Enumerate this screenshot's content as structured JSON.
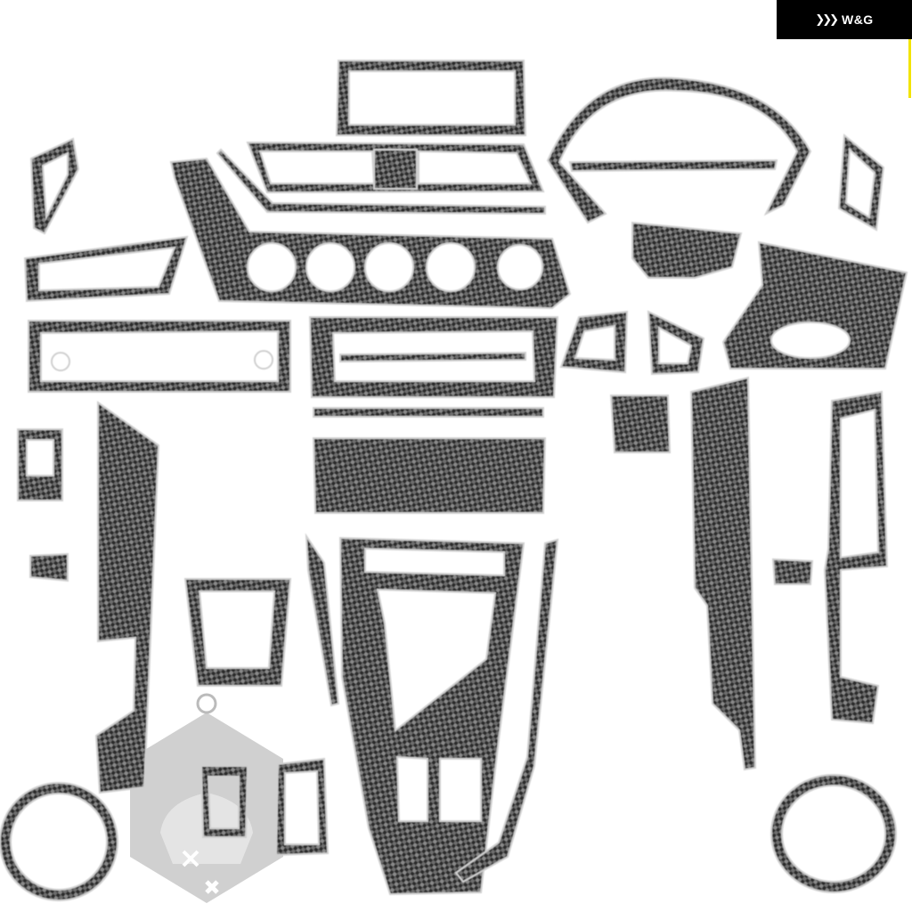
{
  "brand": {
    "name": "W&G",
    "logo_icon": "wave-chevrons-logo-icon",
    "badge_color": "#000000",
    "text_color": "#ffffff",
    "accent_color": "#f2e400"
  },
  "scene": {
    "description_items": [
      "carbon-fiber-trim-pieces",
      "hexagon-mascot-watermark"
    ],
    "background_color": "#ffffff",
    "material_dark": "#2a2a2a",
    "material_light": "#8a8a8a",
    "edge_color": "#cfcfcf",
    "watermark_color": "#c8c8c8"
  }
}
